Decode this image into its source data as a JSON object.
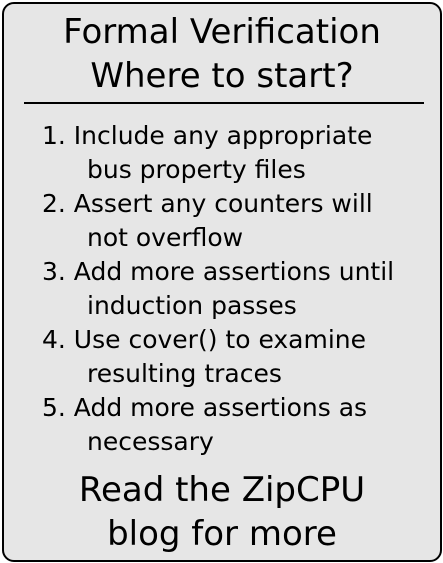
{
  "title": {
    "line1": "Formal Verification",
    "line2": "Where to start?"
  },
  "steps": [
    {
      "line1": "1. Include any appropriate",
      "line2": "bus property files"
    },
    {
      "line1": "2. Assert any counters will",
      "line2": "not overflow"
    },
    {
      "line1": "3. Add more assertions until",
      "line2": "induction passes"
    },
    {
      "line1": "4. Use cover() to examine",
      "line2": "resulting traces"
    },
    {
      "line1": "5. Add more assertions as",
      "line2": "necessary"
    }
  ],
  "footer": {
    "line1": "Read the ZipCPU",
    "line2": "blog for more"
  },
  "colors": {
    "card_background": "#e6e6e6",
    "border": "#000000",
    "text": "#000000"
  }
}
